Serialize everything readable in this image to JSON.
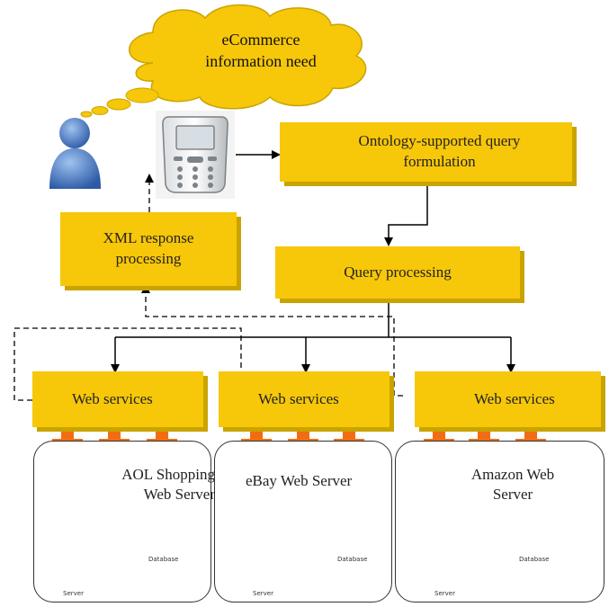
{
  "cloud": {
    "line1": "eCommerce",
    "line2": "information need"
  },
  "boxes": {
    "ontology_line1": "Ontology-supported query",
    "ontology_line2": "formulation",
    "xml_line1": "XML response",
    "xml_line2": "processing",
    "query": "Query processing"
  },
  "web_services": [
    "Web services",
    "Web services",
    "Web services"
  ],
  "servers": [
    {
      "name_line1": "AOL Shopping",
      "name_line2": "Web Server"
    },
    {
      "name_line1": "eBay Web Server",
      "name_line2": ""
    },
    {
      "name_line1": "Amazon Web",
      "name_line2": "Server"
    }
  ],
  "icon_labels": {
    "server": "Server",
    "database": "Database"
  },
  "colors": {
    "box": "#f7c709",
    "box_shadow": "#c9a400",
    "connector": "#f26d12",
    "database": "#2fb36a",
    "user": "#3f6db5"
  }
}
